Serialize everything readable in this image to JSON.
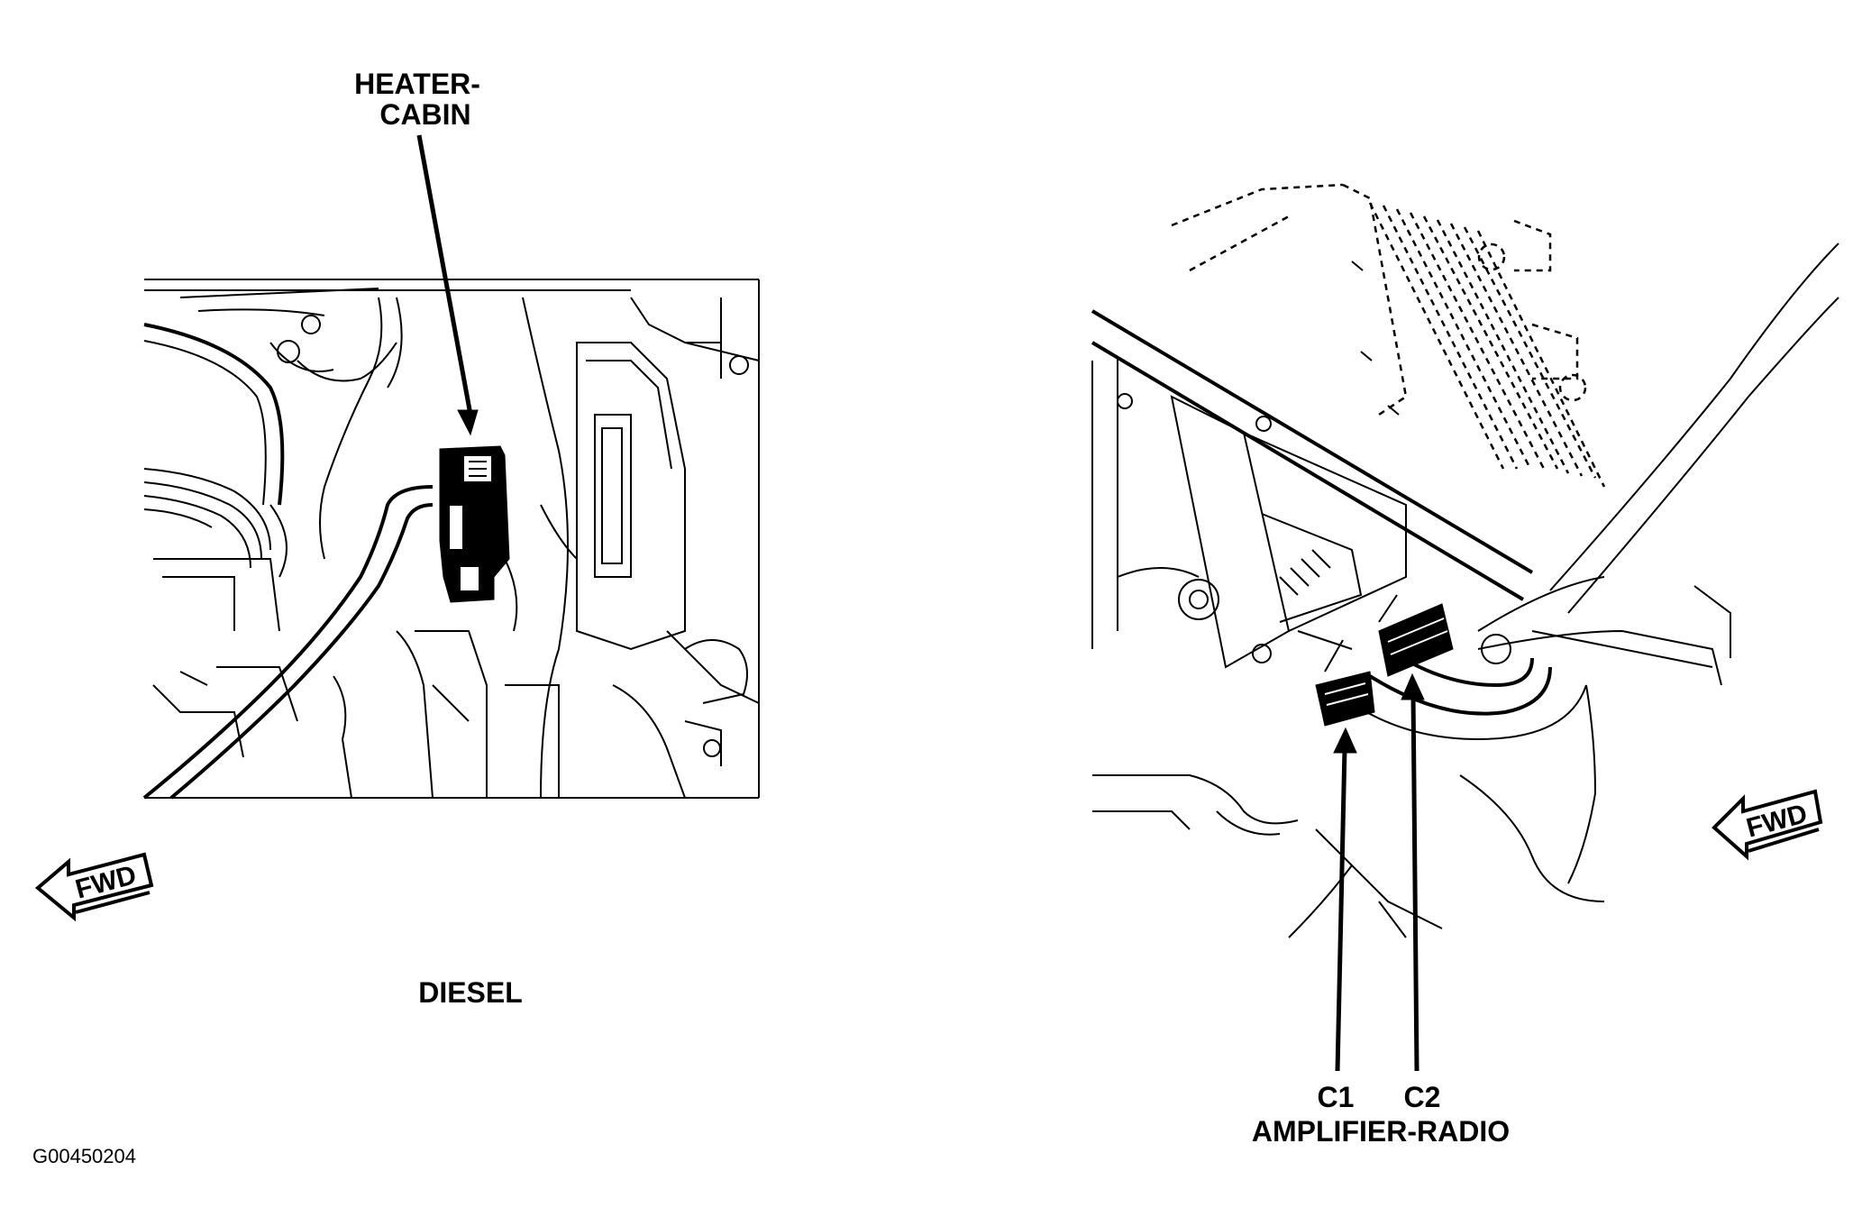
{
  "left_view": {
    "component_label_line1": "HEATER-",
    "component_label_line2": "CABIN",
    "view_caption": "DIESEL",
    "direction_label": "FWD"
  },
  "right_view": {
    "connector_1": "C1",
    "connector_2": "C2",
    "component_label": "AMPLIFIER-RADIO",
    "direction_label": "FWD"
  },
  "figure_id": "G00450204"
}
